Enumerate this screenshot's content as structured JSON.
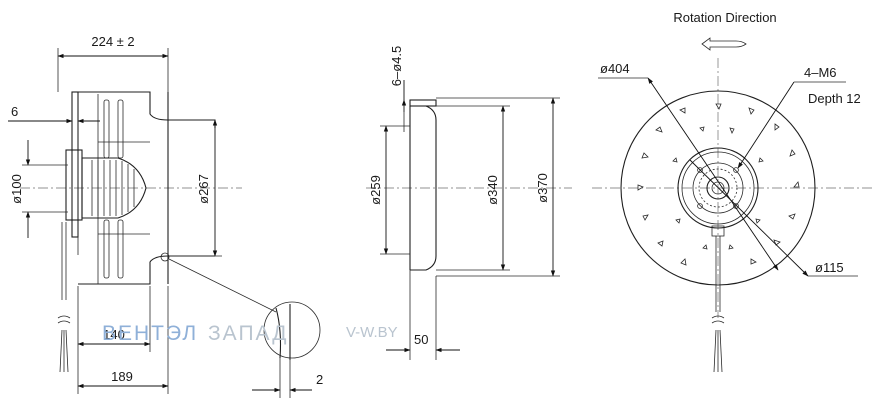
{
  "title": "Rotation  Direction",
  "side_view": {
    "overall_width": "224 ± 2",
    "flange_thickness": "6",
    "hub_diameter": "ø100",
    "inlet_diameter": "ø267",
    "depth_140": "140",
    "depth_189": "189",
    "detail_gap": "2"
  },
  "section_view": {
    "mount_holes": "6–ø4.5",
    "diam_259": "ø259",
    "diam_340": "ø340",
    "diam_370": "ø370",
    "length_50": "50"
  },
  "front_view": {
    "diam_404": "ø404",
    "thread": "4–M6",
    "depth": "Depth 12",
    "diam_115": "ø115"
  },
  "watermark": {
    "brand_part1": "ВЕНТЭЛ",
    "brand_part2": "ЗАПАД",
    "site": "V-W.BY",
    "colors": {
      "part1": "#8fb0d8",
      "part2": "#b9c4cf"
    }
  },
  "colors": {
    "line": "#1f1f1f",
    "centerline": "#6f6f6f",
    "background": "#ffffff"
  }
}
